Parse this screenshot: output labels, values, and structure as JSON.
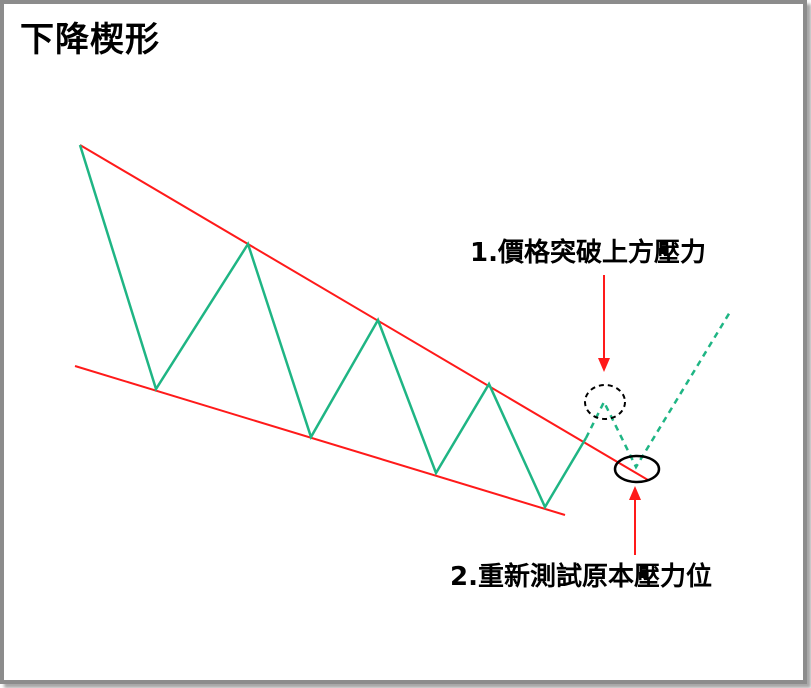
{
  "title": "下降楔形",
  "annotations": {
    "breakout": "1.價格突破上方壓力",
    "retest": "2.重新測試原本壓力位"
  },
  "colors": {
    "trendline": "#ff1a1a",
    "price_path": "#1fb584",
    "arrow": "#ff1a1a",
    "marker_circle": "#000000",
    "frame": "#8c8c8c"
  }
}
